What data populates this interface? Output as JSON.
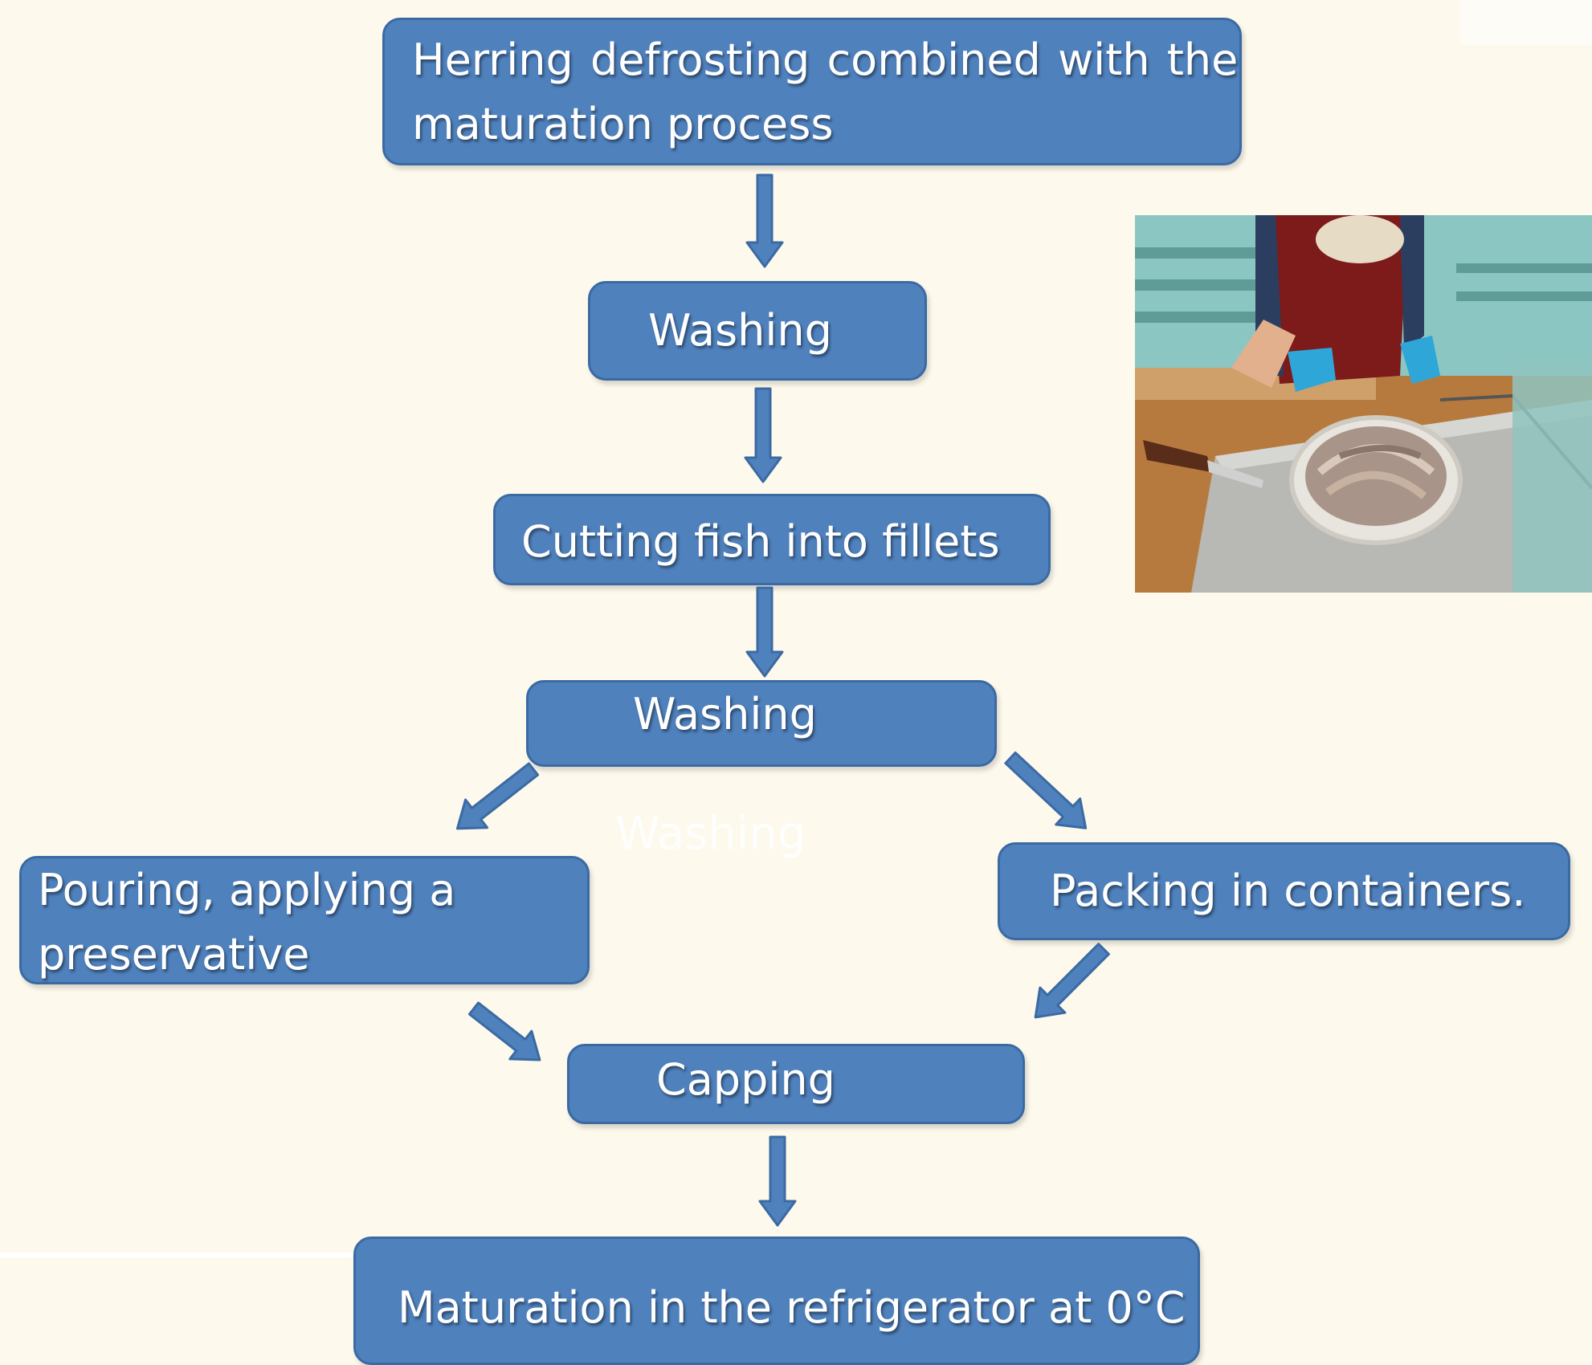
{
  "diagram": {
    "steps": {
      "defrost": [
        "Herring defrosting combined with the",
        "maturation process"
      ],
      "washing1": "Washing",
      "cutting": "Cutting fish into fillets",
      "washing2": "Washing",
      "pouring": [
        "Pouring, applying a",
        "preservative"
      ],
      "packing": "Packing in containers.",
      "capping": "Capping",
      "maturation": "Maturation in the refrigerator at 0°C"
    },
    "ghost_label": "Washing"
  },
  "colors": {
    "background": "#fdf9ec",
    "box_fill": "#4f81bd",
    "box_border": "#3b6aa3",
    "text": "#ffffff"
  }
}
